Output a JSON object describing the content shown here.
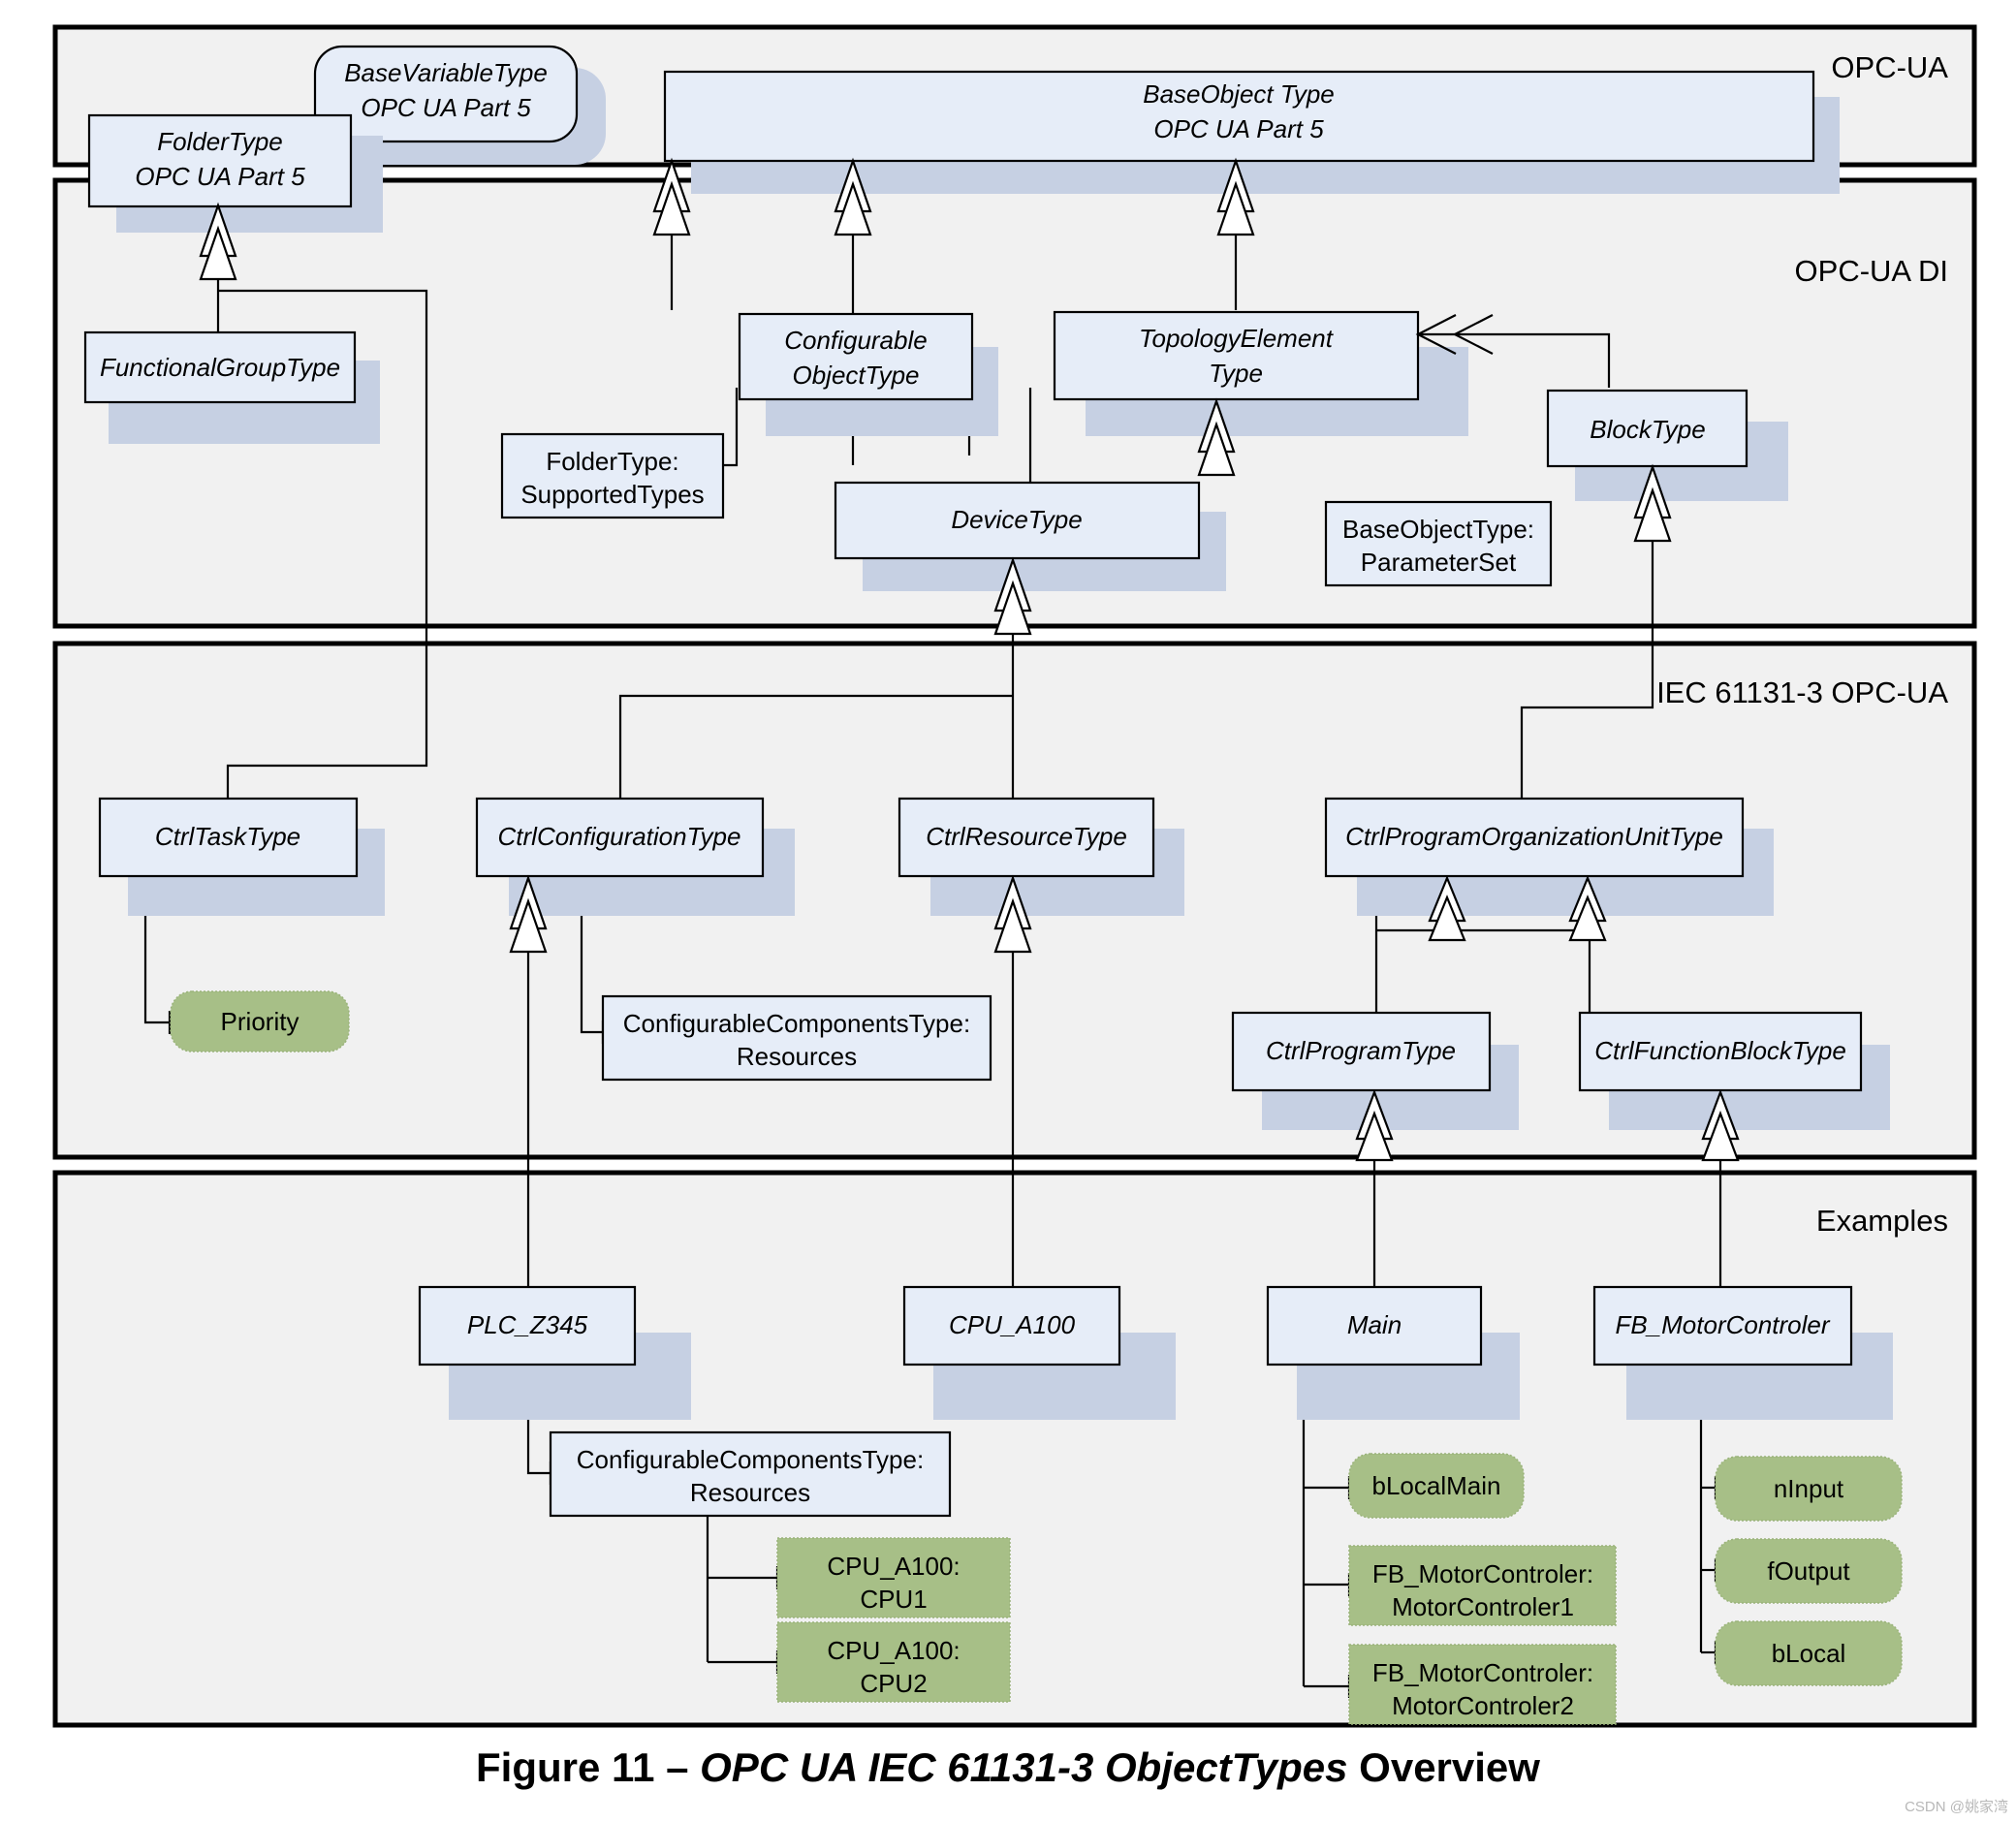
{
  "figure": {
    "caption_prefix": "Figure 11 – ",
    "caption_italic": "OPC UA IEC 61131-3 ObjectTypes",
    "caption_suffix": " Overview",
    "watermark": "CSDN @姚家湾"
  },
  "sections": [
    {
      "id": "opc-ua",
      "label": "OPC-UA"
    },
    {
      "id": "opc-ua-di",
      "label": "OPC-UA DI"
    },
    {
      "id": "iec-61131-3",
      "label": "IEC 61131-3 OPC-UA"
    },
    {
      "id": "examples",
      "label": "Examples"
    }
  ],
  "colors": {
    "section_fill": "#f1f1f1",
    "node_fill": "#e6edf8",
    "node_shadow": "#c6d0e3",
    "green_fill": "#a7bf87",
    "stroke": "#000000"
  },
  "nodes": {
    "base_variable_type": {
      "line1": "BaseVariableType",
      "line2": "OPC UA Part 5"
    },
    "folder_type": {
      "line1": "FolderType",
      "line2": "OPC UA Part 5"
    },
    "base_object_type": {
      "line1": "BaseObject Type",
      "line2": "OPC UA Part 5"
    },
    "functional_group_type": {
      "line1": "FunctionalGroupType",
      "line2": ""
    },
    "configurable_object_type": {
      "line1": "Configurable",
      "line2": "ObjectType"
    },
    "topology_element_type": {
      "line1": "TopologyElement",
      "line2": "Type"
    },
    "block_type": {
      "line1": "BlockType",
      "line2": ""
    },
    "folder_type_supported": {
      "line1": "FolderType:",
      "line2": "SupportedTypes"
    },
    "device_type": {
      "line1": "DeviceType",
      "line2": ""
    },
    "base_object_parameterset": {
      "line1": "BaseObjectType:",
      "line2": "ParameterSet"
    },
    "ctrl_task_type": {
      "line1": "CtrlTaskType",
      "line2": ""
    },
    "ctrl_configuration_type": {
      "line1": "CtrlConfigurationType",
      "line2": ""
    },
    "ctrl_resource_type": {
      "line1": "CtrlResourceType",
      "line2": ""
    },
    "ctrl_pou_type": {
      "line1": "CtrlProgramOrganizationUnitType",
      "line2": ""
    },
    "priority": {
      "line1": "Priority",
      "line2": ""
    },
    "configurable_components_resources": {
      "line1": "ConfigurableComponentsType:",
      "line2": "Resources"
    },
    "ctrl_program_type": {
      "line1": "CtrlProgramType",
      "line2": ""
    },
    "ctrl_function_block_type": {
      "line1": "CtrlFunctionBlockType",
      "line2": ""
    },
    "plc_z345": {
      "line1": "PLC_Z345",
      "line2": ""
    },
    "cpu_a100": {
      "line1": "CPU_A100",
      "line2": ""
    },
    "main": {
      "line1": "Main",
      "line2": ""
    },
    "fb_motorcontroler": {
      "line1": "FB_MotorControler",
      "line2": ""
    },
    "ex_configurable_components_resources": {
      "line1": "ConfigurableComponentsType:",
      "line2": "Resources"
    },
    "cpu_a100_cpu1": {
      "line1": "CPU_A100:",
      "line2": "CPU1"
    },
    "cpu_a100_cpu2": {
      "line1": "CPU_A100:",
      "line2": "CPU2"
    },
    "blocalmain": {
      "line1": "bLocalMain",
      "line2": ""
    },
    "fb_motorcontroler1": {
      "line1": "FB_MotorControler:",
      "line2": "MotorControler1"
    },
    "fb_motorcontroler2": {
      "line1": "FB_MotorControler:",
      "line2": "MotorControler2"
    },
    "ninput": {
      "line1": "nInput",
      "line2": ""
    },
    "foutput": {
      "line1": "fOutput",
      "line2": ""
    },
    "blocal": {
      "line1": "bLocal",
      "line2": ""
    }
  }
}
